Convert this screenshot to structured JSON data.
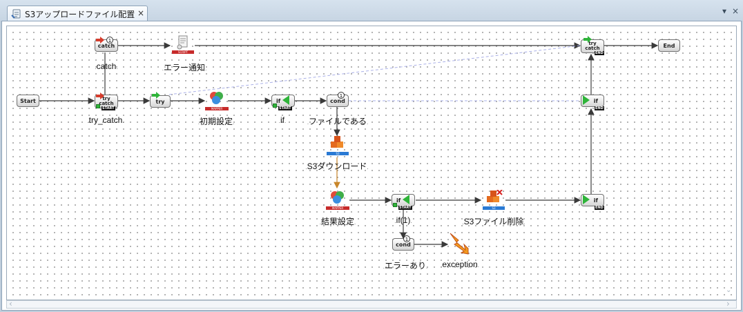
{
  "window": {
    "tab_title": "S3アップロードファイル配置",
    "tab_icon": "flow-document-icon",
    "close_glyph": "×",
    "menu_glyph": "▾",
    "window_close_glyph": "×"
  },
  "flow": {
    "start_label": "Start",
    "end_label": "End",
    "try_text": "try",
    "catch_text": "catch",
    "if_text": "if",
    "cond_text": "cond",
    "start_tag": "START",
    "end_tag": "END",
    "mapper_tag": "MAPPER",
    "script_tag": "SCRIPT",
    "s3_tag": "S3",
    "one": "1"
  },
  "labels": {
    "catch": "catch",
    "error_notify": "エラー通知",
    "try_catch": "try_catch",
    "init": "初期設定",
    "if": "if",
    "is_file": "ファイルである",
    "s3_download": "S3ダウンロード",
    "result": "結果設定",
    "if1": "if(1)",
    "s3_delete": "S3ファイル削除",
    "has_error": "エラーあり",
    "exception": "exception"
  },
  "colors": {
    "wire": "#3a3a3a",
    "dashed": "#aab0e8",
    "orange_wire": "#c8862a",
    "node_green": "#2fb43a",
    "node_red": "#d63c2c",
    "mapper_red": "#d8342c",
    "s3_blue": "#2a7ad4"
  }
}
